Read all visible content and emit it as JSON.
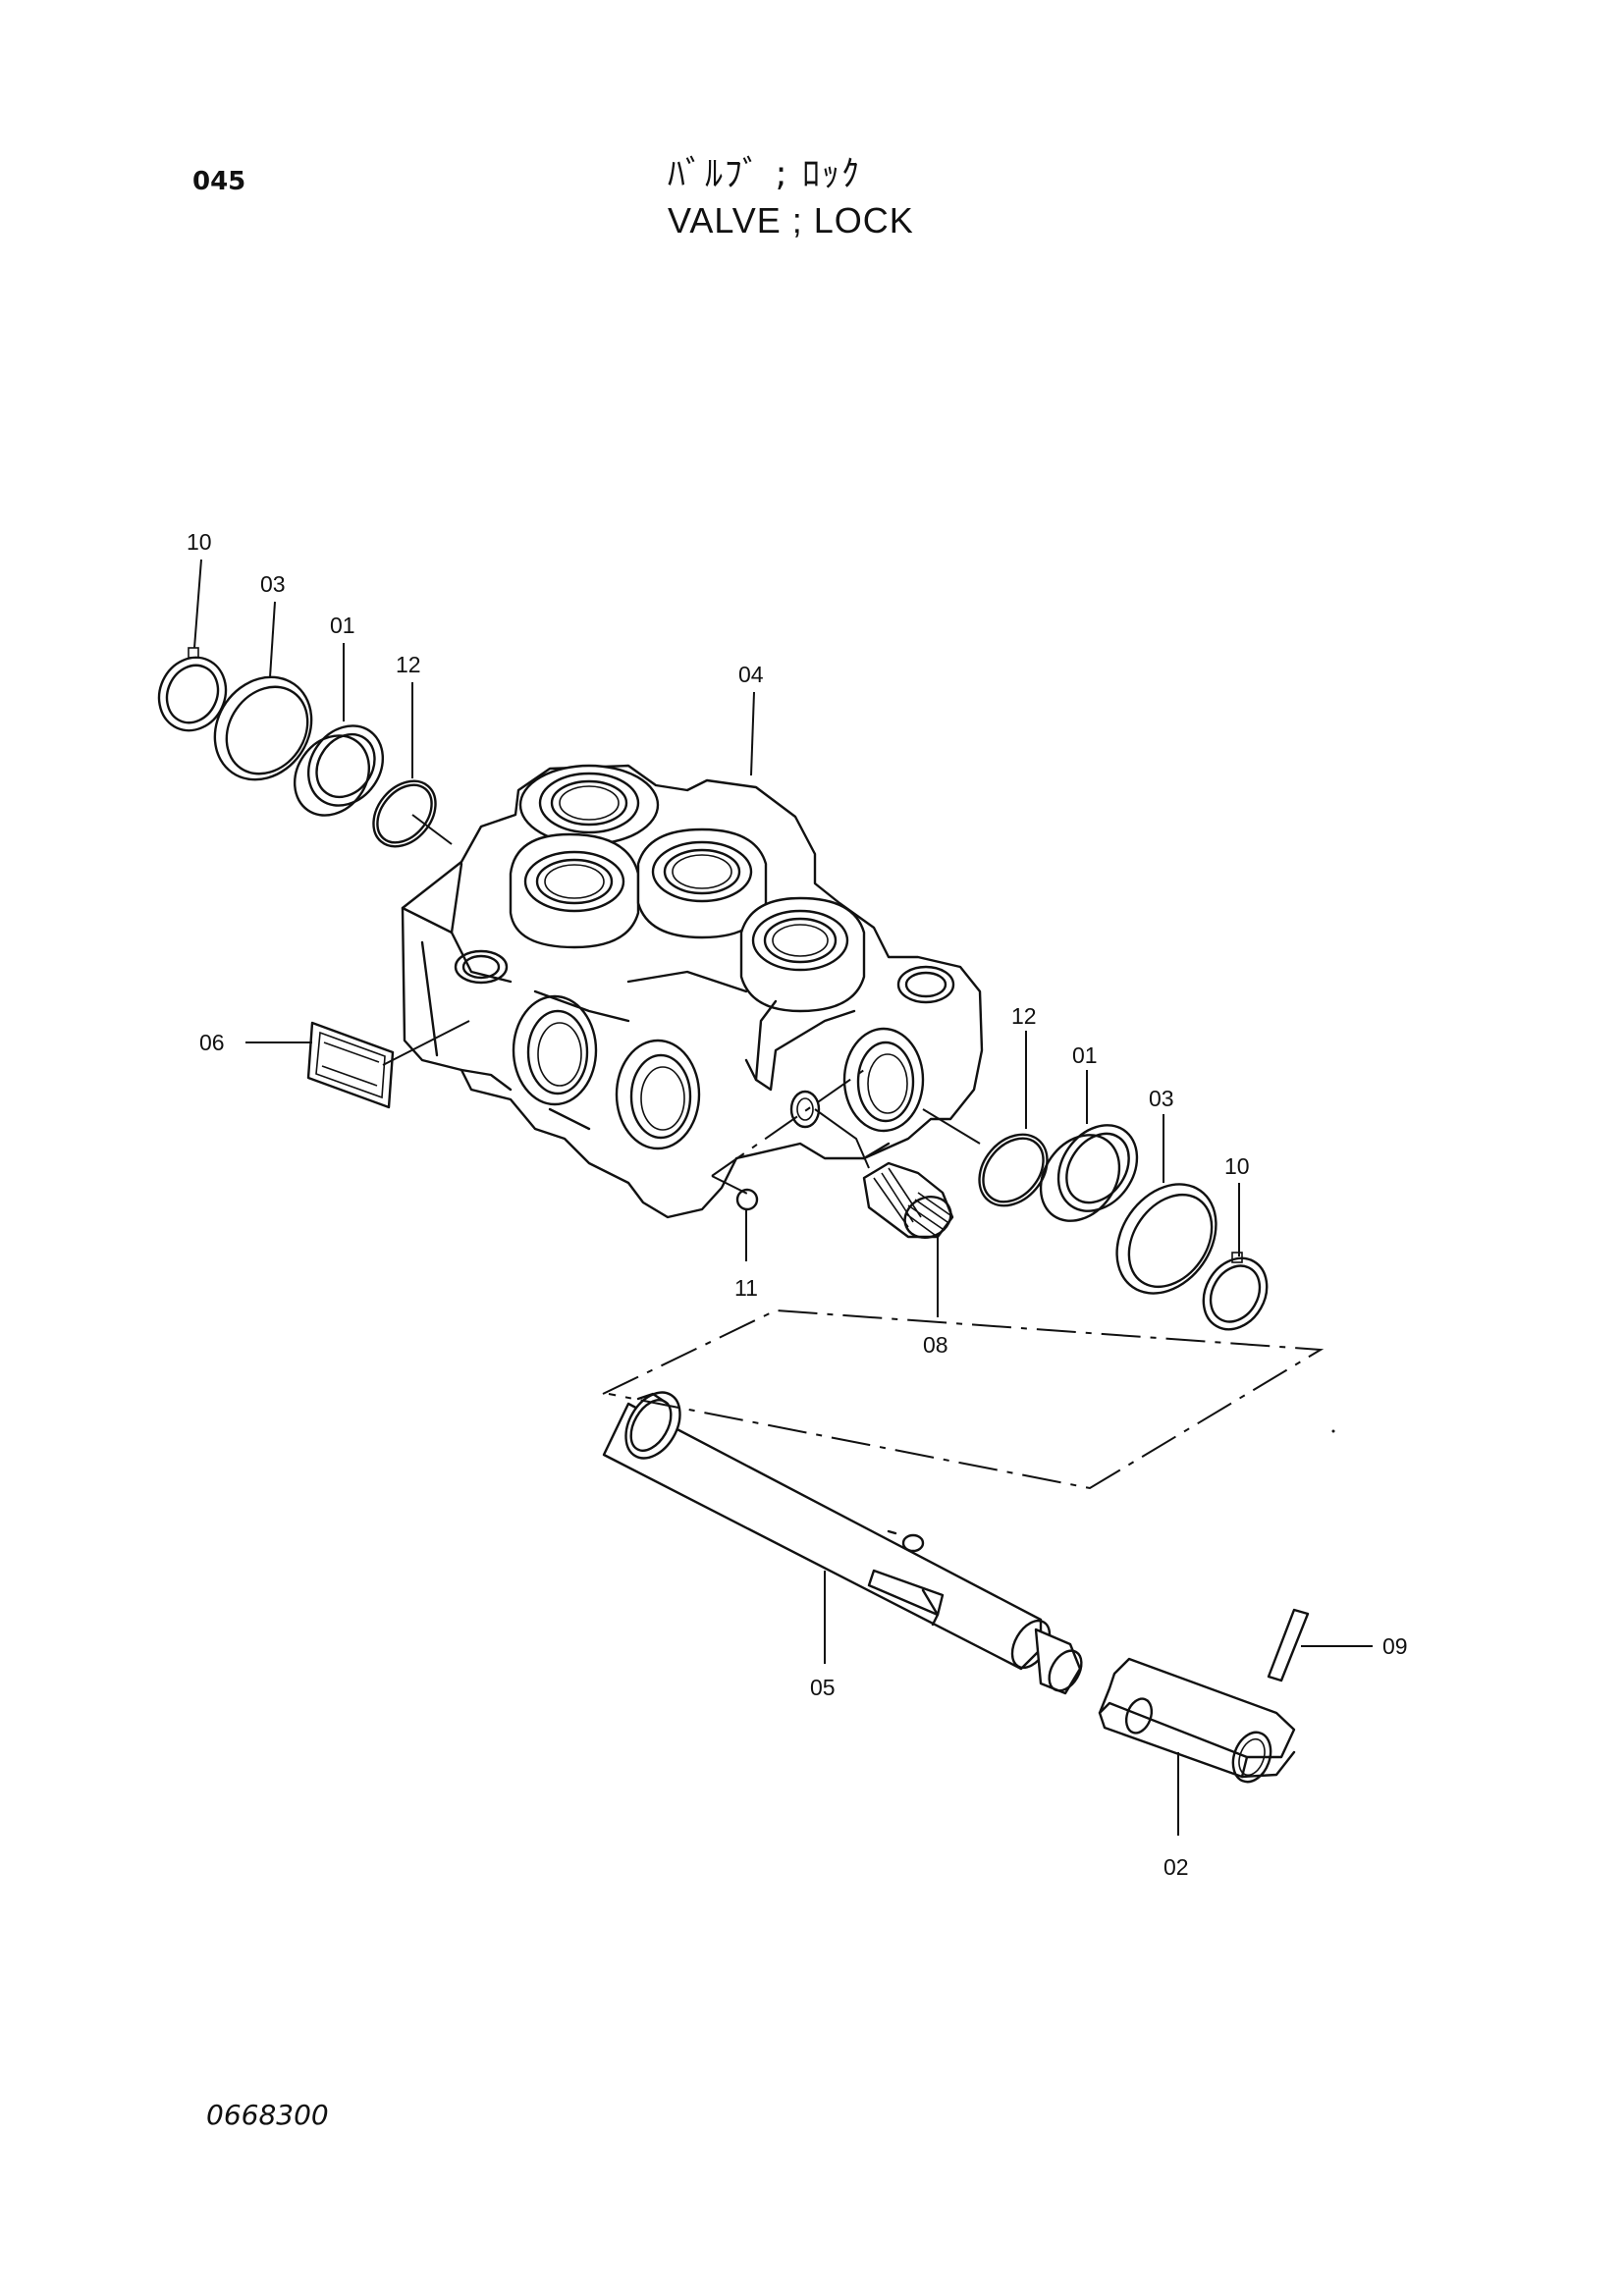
{
  "header": {
    "page_number": "045",
    "title_jp": "ﾊﾞﾙﾌﾞ ; ﾛｯｸ",
    "title_en": "VALVE ; LOCK"
  },
  "footer": {
    "drawing_number": "0668300"
  },
  "callouts": {
    "c01a": "01",
    "c01b": "01",
    "c02": "02",
    "c03a": "03",
    "c03b": "03",
    "c04": "04",
    "c05": "05",
    "c06": "06",
    "c08": "08",
    "c09": "09",
    "c10a": "10",
    "c10b": "10",
    "c11": "11",
    "c12a": "12",
    "c12b": "12"
  }
}
